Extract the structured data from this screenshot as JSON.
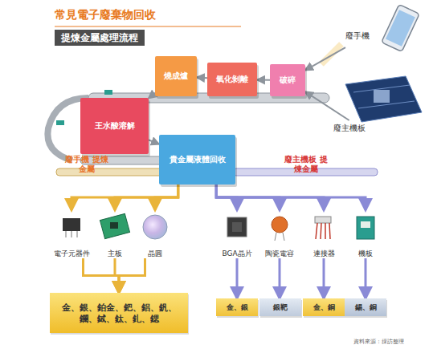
{
  "diagram": {
    "title": "常見電子廢棄物回收",
    "nodes": [
      {
        "text": [
          "廢手機"
        ]
      },
      {
        "text": [
          "廢主機板"
        ]
      },
      {
        "text": [
          "破碎"
        ]
      },
      {
        "text": [
          "氧化剝離"
        ]
      },
      {
        "text": [
          "燒成爐"
        ]
      },
      {
        "text": [
          "王水酸溶解"
        ]
      },
      {
        "text": [
          "貴金屬液體回收"
        ]
      },
      {
        "text": [
          "電子元器件"
        ]
      },
      {
        "text": [
          "主板"
        ]
      },
      {
        "text": [
          "晶圓"
        ]
      },
      {
        "text": [
          "BGA晶片"
        ]
      },
      {
        "text": [
          "陶瓷電容"
        ]
      },
      {
        "text": [
          "連接器"
        ]
      },
      {
        "text": [
          "機板"
        ]
      },
      {
        "text": [
          "金、銀、鉑金、鈀、鋁、釩、鑭、鋱、鈦、釓、鍶"
        ]
      },
      {
        "text": [
          "金、銀"
        ]
      },
      {
        "text": [
          "銀靶"
        ]
      },
      {
        "text": [
          "金、銅"
        ]
      },
      {
        "text": [
          "錫、銅"
        ]
      }
    ],
    "edges": [
      {
        "from": 0,
        "to": 2,
        "arrow": "to"
      },
      {
        "from": 1,
        "to": 2,
        "arrow": "to"
      },
      {
        "from": 2,
        "to": 3,
        "arrow": "to"
      },
      {
        "from": 3,
        "to": 4,
        "arrow": "to"
      },
      {
        "from": 4,
        "to": 5,
        "arrow": "to"
      },
      {
        "from": 5,
        "to": 6,
        "arrow": "to"
      },
      {
        "from": 6,
        "to": 7,
        "arrow": "to"
      },
      {
        "from": 6,
        "to": 8,
        "arrow": "to"
      },
      {
        "from": 6,
        "to": 9,
        "arrow": "to"
      },
      {
        "from": 6,
        "to": 10,
        "arrow": "to"
      },
      {
        "from": 6,
        "to": 11,
        "arrow": "to"
      },
      {
        "from": 6,
        "to": 12,
        "arrow": "to"
      },
      {
        "from": 6,
        "to": 13,
        "arrow": "to"
      },
      {
        "from": 7,
        "to": 14,
        "arrow": "to"
      },
      {
        "from": 8,
        "to": 14,
        "arrow": "to"
      },
      {
        "from": 9,
        "to": 14,
        "arrow": "to"
      },
      {
        "from": 10,
        "to": 15,
        "arrow": "to"
      },
      {
        "from": 11,
        "to": 16,
        "arrow": "to"
      },
      {
        "from": 12,
        "to": 17,
        "arrow": "to"
      },
      {
        "from": 13,
        "to": 18,
        "arrow": "to"
      }
    ],
    "labels": [
      "提煉金屬處理流程",
      "廢手機 提煉金屬",
      "廢主機板 提煉金屬",
      "資料來源：採訪整理"
    ]
  }
}
